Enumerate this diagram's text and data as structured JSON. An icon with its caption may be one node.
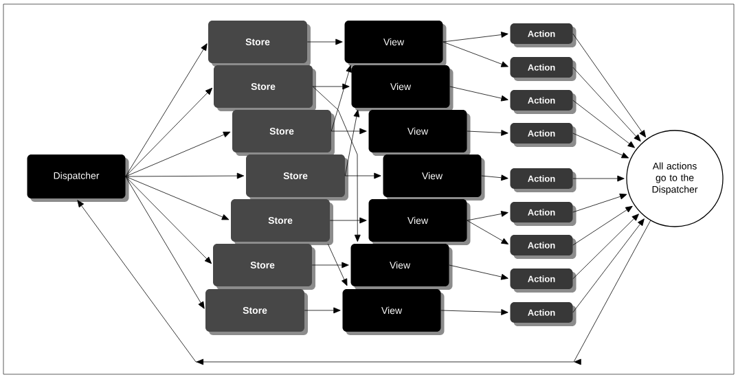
{
  "diagram": {
    "nodes": [
      {
        "text": [
          "Dispatcher"
        ]
      },
      {
        "text": [
          "Store"
        ]
      },
      {
        "text": [
          "Store"
        ]
      },
      {
        "text": [
          "Store"
        ]
      },
      {
        "text": [
          "Store"
        ]
      },
      {
        "text": [
          "Store"
        ]
      },
      {
        "text": [
          "Store"
        ]
      },
      {
        "text": [
          "Store"
        ]
      },
      {
        "text": [
          "View"
        ]
      },
      {
        "text": [
          "View"
        ]
      },
      {
        "text": [
          "View"
        ]
      },
      {
        "text": [
          "View"
        ]
      },
      {
        "text": [
          "View"
        ]
      },
      {
        "text": [
          "View"
        ]
      },
      {
        "text": [
          "View"
        ]
      },
      {
        "text": [
          "Action"
        ]
      },
      {
        "text": [
          "Action"
        ]
      },
      {
        "text": [
          "Action"
        ]
      },
      {
        "text": [
          "Action"
        ]
      },
      {
        "text": [
          "Action"
        ]
      },
      {
        "text": [
          "Action"
        ]
      },
      {
        "text": [
          "Action"
        ]
      },
      {
        "text": [
          "Action"
        ]
      },
      {
        "text": [
          "Action"
        ]
      },
      {
        "text": [
          "All actions go to the Dispatcher"
        ]
      }
    ],
    "edges": [
      {
        "from": 0,
        "to": 1,
        "arrow": "to"
      },
      {
        "from": 0,
        "to": 2,
        "arrow": "to"
      },
      {
        "from": 0,
        "to": 3,
        "arrow": "to"
      },
      {
        "from": 0,
        "to": 4,
        "arrow": "to"
      },
      {
        "from": 0,
        "to": 5,
        "arrow": "to"
      },
      {
        "from": 0,
        "to": 6,
        "arrow": "to"
      },
      {
        "from": 0,
        "to": 7,
        "arrow": "to"
      },
      {
        "from": 1,
        "to": 8,
        "arrow": "to"
      },
      {
        "from": 2,
        "to": 9,
        "arrow": "to"
      },
      {
        "from": 3,
        "to": 10,
        "arrow": "to"
      },
      {
        "from": 4,
        "to": 11,
        "arrow": "to"
      },
      {
        "from": 5,
        "to": 12,
        "arrow": "to"
      },
      {
        "from": 6,
        "to": 13,
        "arrow": "to"
      },
      {
        "from": 7,
        "to": 14,
        "arrow": "to"
      },
      {
        "from": 3,
        "to": 8,
        "arrow": "to"
      },
      {
        "from": 4,
        "to": 9,
        "arrow": "to"
      },
      {
        "from": 2,
        "to": 13,
        "arrow": "to"
      },
      {
        "from": 5,
        "to": 14,
        "arrow": "to"
      },
      {
        "from": 8,
        "to": 15,
        "arrow": "to"
      },
      {
        "from": 8,
        "to": 16,
        "arrow": "to"
      },
      {
        "from": 9,
        "to": 17,
        "arrow": "to"
      },
      {
        "from": 10,
        "to": 18,
        "arrow": "to"
      },
      {
        "from": 11,
        "to": 19,
        "arrow": "to"
      },
      {
        "from": 12,
        "to": 20,
        "arrow": "to"
      },
      {
        "from": 12,
        "to": 21,
        "arrow": "to"
      },
      {
        "from": 13,
        "to": 22,
        "arrow": "to"
      },
      {
        "from": 14,
        "to": 23,
        "arrow": "to"
      },
      {
        "from": 15,
        "to": 24,
        "arrow": "to"
      },
      {
        "from": 16,
        "to": 24,
        "arrow": "to"
      },
      {
        "from": 17,
        "to": 24,
        "arrow": "to"
      },
      {
        "from": 18,
        "to": 24,
        "arrow": "to"
      },
      {
        "from": 19,
        "to": 24,
        "arrow": "to"
      },
      {
        "from": 20,
        "to": 24,
        "arrow": "to"
      },
      {
        "from": 21,
        "to": 24,
        "arrow": "to"
      },
      {
        "from": 22,
        "to": 24,
        "arrow": "to"
      },
      {
        "from": 23,
        "to": 24,
        "arrow": "to"
      },
      {
        "from": 24,
        "to": 0,
        "arrow": "to"
      }
    ]
  }
}
